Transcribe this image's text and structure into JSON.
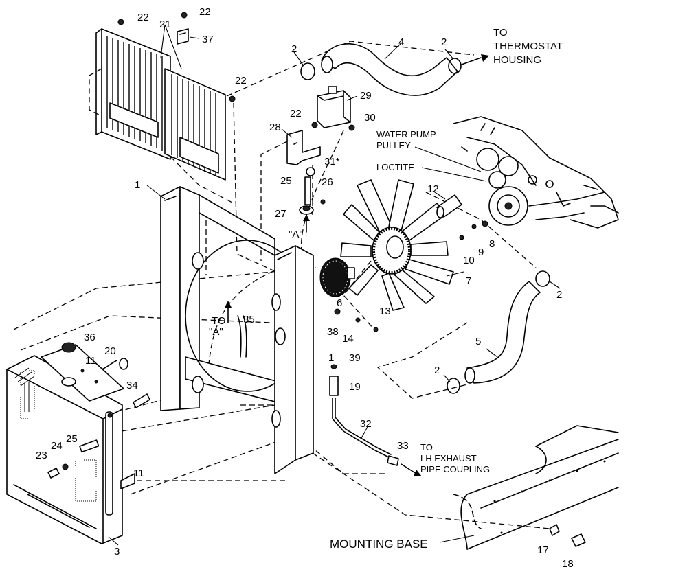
{
  "diagram": {
    "part_numbers": {
      "p1": "1",
      "p2a": "2",
      "p2b": "2",
      "p2c": "2",
      "p2d": "2",
      "p3": "3",
      "p4": "4",
      "p5": "5",
      "p6": "6",
      "p7": "7",
      "p8": "8",
      "p9": "9",
      "p10": "10",
      "p11a": "11",
      "p11b": "11",
      "p12": "12",
      "p13": "13",
      "p14": "14",
      "p17": "17",
      "p18": "18",
      "p19": "19",
      "p20": "20",
      "p21": "21",
      "p22a": "22",
      "p22b": "22",
      "p22c": "22",
      "p22d": "22",
      "p23": "23",
      "p24": "24",
      "p25a": "25",
      "p25b": "25",
      "p26": "26",
      "p27": "27",
      "p28": "28",
      "p29": "29",
      "p30": "30",
      "p31": "31*",
      "p32": "32",
      "p33": "33",
      "p34": "34",
      "p35": "35",
      "p36": "36",
      "p37": "37",
      "p38": "38",
      "p39": "39",
      "p1b": "1"
    },
    "callouts": {
      "thermostat_line1": "TO",
      "thermostat_line2": "THERMOSTAT",
      "thermostat_line3": "HOUSING",
      "water_pump_line1": "WATER PUMP",
      "water_pump_line2": "PULLEY",
      "loctite": "LOCTITE",
      "ref_a1": "\"A\"",
      "ref_a2_line1": "TO",
      "ref_a2_line2": "\"A\"",
      "exhaust_line1": "TO",
      "exhaust_line2": "LH EXHAUST",
      "exhaust_line3": "PIPE COUPLING",
      "mounting_base": "MOUNTING BASE"
    }
  }
}
